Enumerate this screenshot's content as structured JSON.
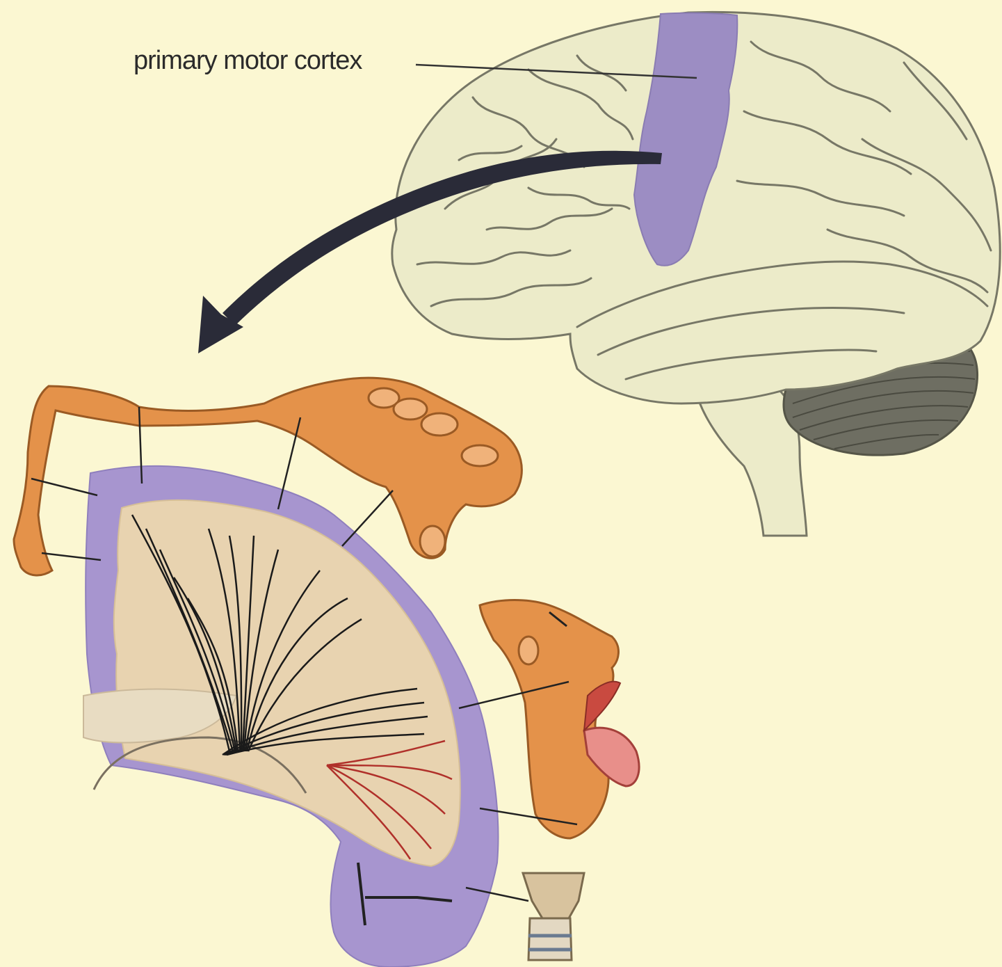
{
  "diagram": {
    "label": "primary motor cortex",
    "colors": {
      "background": "#fbf7d2",
      "brain": "#ecebc9",
      "brain_outline": "#777766",
      "motor_cortex": "#9c8dc3",
      "cortex_band": "#a795cf",
      "white_matter": "#e8d3b0",
      "skin": "#e4924a",
      "cerebellum": "#6e6e62",
      "arrow": "#2a2b38",
      "tract_black": "#1a1a1a",
      "tract_red": "#b0302a"
    },
    "icons": [
      "brain",
      "arrow",
      "arm-hand",
      "face",
      "larynx",
      "motor-homunculus-section"
    ]
  }
}
